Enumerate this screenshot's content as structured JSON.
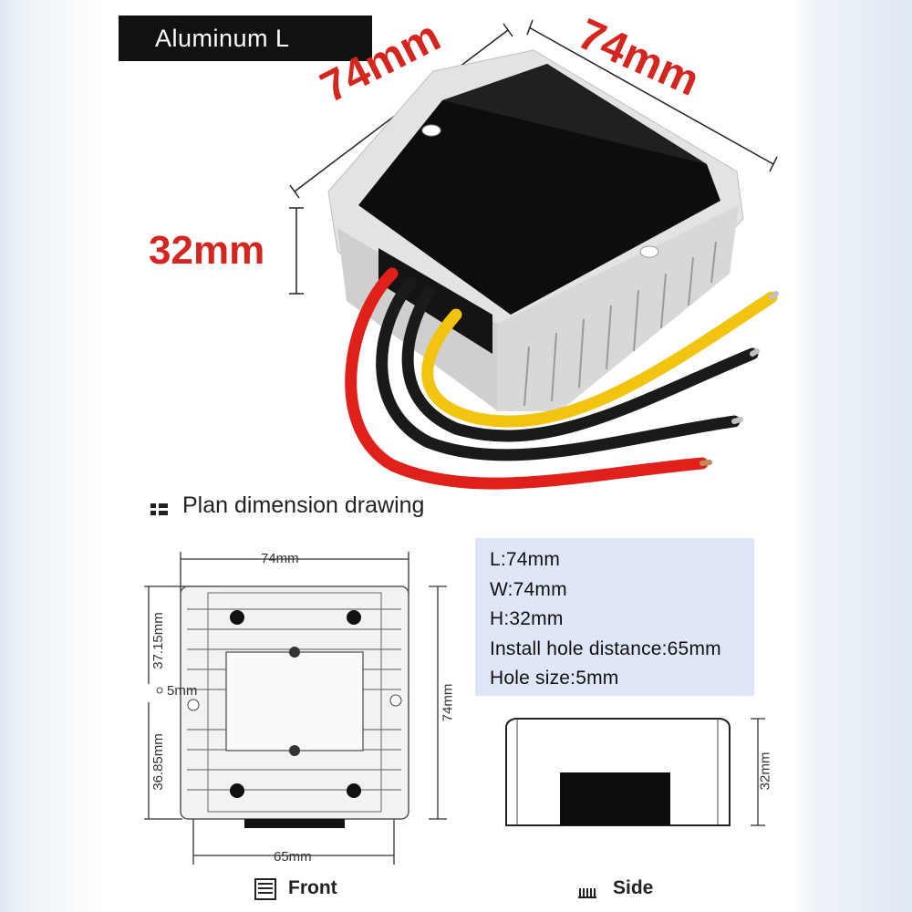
{
  "title_badge": "Aluminum   L",
  "product_dims": {
    "length_label": "74mm",
    "width_label": "74mm",
    "height_label": "32mm"
  },
  "section_title": "Plan dimension drawing",
  "specs": [
    "L:74mm",
    "W:74mm",
    "H:32mm",
    "Install hole distance:65mm",
    "Hole size:5mm"
  ],
  "drawing": {
    "top_width": "74mm",
    "upper_offset": "37.15mm",
    "hole_size": "5mm",
    "lower_offset": "36.85mm",
    "right_height": "74mm",
    "hole_distance": "65mm",
    "side_height": "32mm"
  },
  "views": {
    "front": "Front",
    "side": "Side"
  },
  "colors": {
    "dimension_red": "#d4261f",
    "spec_box_bg": "#dfe6f7",
    "wire_red": "#e0201b",
    "wire_black": "#1a1a1a",
    "wire_yellow": "#f2c40f"
  }
}
